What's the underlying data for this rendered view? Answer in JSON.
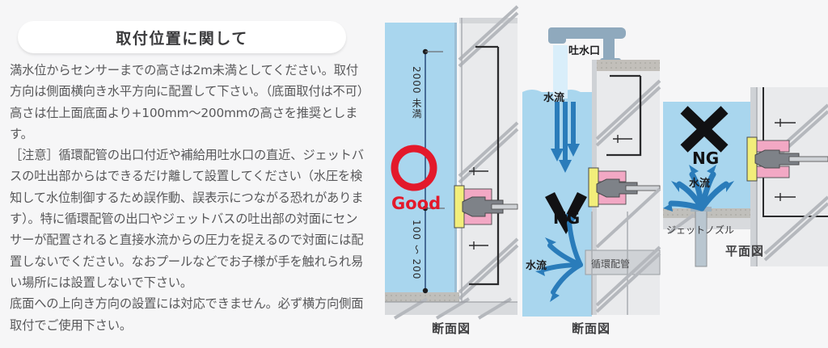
{
  "page": {
    "background_color": "#f6f6f7"
  },
  "panel": {
    "title": "取付位置に関して",
    "paragraphs": [
      "満水位からセンサーまでの高さは2m未満としてください。取付方向は側面横向き水平方向に配置して下さい。（底面取付は不可）",
      "高さは仕上面底面より+100mm〜200mmの高さを推奨とします。",
      "［注意］循環配管の出口付近や補給用吐水口の直近、ジェットバスの吐出部からはできるだけ離して設置してください（水圧を検知して水位制御するため誤作動、誤表示につながる恐れがあります）。特に循環配管の出口やジェットバスの吐出部の対面にセンサーが配置されると直接水流からの圧力を捉えるので対面には配置しないでください。なおプールなどでお子様が手を触れられ易い場所には設置しないで下さい。",
      "底面への上向き方向の設置には対応できません。必ず横方向側面取付でご使用下さい。"
    ]
  },
  "colors": {
    "water": "#a9d6ee",
    "arrow_blue": "#2a7cba",
    "good_red": "#e3192b",
    "ng_black": "#111113",
    "wall_light": "#e9eaec",
    "wall_mid": "#d8dadd",
    "seal_yellow": "#f2ee7a",
    "flange_pink": "#f2a8c4",
    "sensor_gray": "#7e8288",
    "spout_blue_gray": "#8fa9bd",
    "text_gray": "#58585a",
    "title_gray": "#3a3a3c"
  },
  "figures": [
    {
      "id": "fig-section-good",
      "caption": "断面図",
      "verdict": "Good",
      "verdict_icon": "circle-ok-icon",
      "dim_upper": "2000 未満",
      "dim_lower": "100 〜 200",
      "labels": []
    },
    {
      "id": "fig-section-ng-spout",
      "caption": "断面図",
      "verdict": "NG",
      "verdict_icon": "cross-ng-icon",
      "labels": [
        {
          "name": "spout",
          "text": "吐水口"
        },
        {
          "name": "water-flow-down",
          "text": "水流"
        },
        {
          "name": "water-flow-out",
          "text": "水流"
        },
        {
          "name": "circulation-pipe",
          "text": "循環配管"
        }
      ]
    },
    {
      "id": "fig-plan-ng-jet",
      "caption": "平面図",
      "verdict": "NG",
      "verdict_icon": "cross-ng-icon",
      "labels": [
        {
          "name": "water-flow",
          "text": "水流"
        },
        {
          "name": "jet-nozzle",
          "text": "ジェットノズル"
        }
      ]
    }
  ]
}
